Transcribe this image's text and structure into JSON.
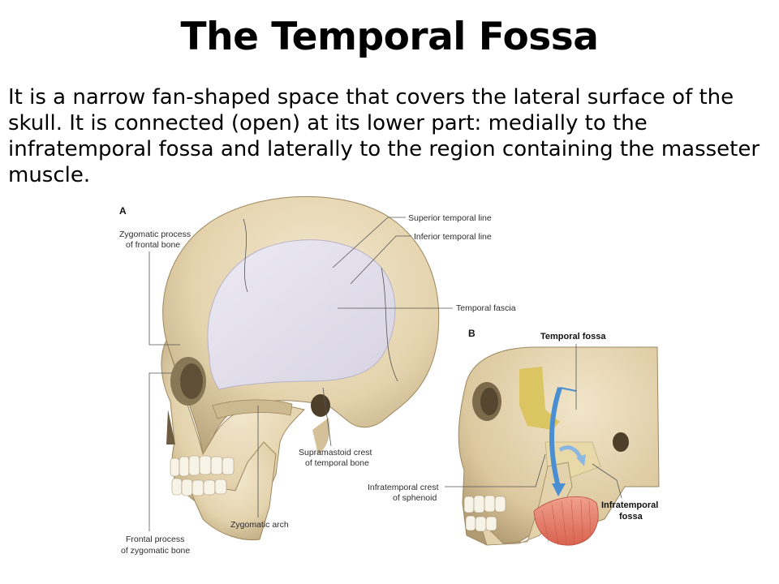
{
  "slide": {
    "title": "The Temporal Fossa",
    "body": "It is a narrow fan-shaped space that covers the lateral surface of the skull. It is connected (open) at its lower part: medially to the infratemporal fossa and laterally to the region containing the masseter muscle."
  },
  "figure": {
    "panel_a": {
      "letter": "A",
      "labels": {
        "zygomatic_process_l1": "Zygomatic process",
        "zygomatic_process_l2": "of frontal bone",
        "superior_temporal_line": "Superior temporal line",
        "inferior_temporal_line": "Inferior temporal line",
        "temporal_fascia": "Temporal fascia",
        "supramastoid_l1": "Supramastoid crest",
        "supramastoid_l2": "of temporal bone",
        "zygomatic_arch": "Zygomatic arch",
        "frontal_process_l1": "Frontal process",
        "frontal_process_l2": "of zygomatic bone"
      }
    },
    "panel_b": {
      "letter": "B",
      "labels": {
        "temporal_fossa": "Temporal fossa",
        "infratemporal_crest_l1": "Infratemporal crest",
        "infratemporal_crest_l2": "of sphenoid",
        "infratemporal_fossa_l1": "Infratemporal",
        "infratemporal_fossa_l2": "fossa"
      }
    }
  }
}
